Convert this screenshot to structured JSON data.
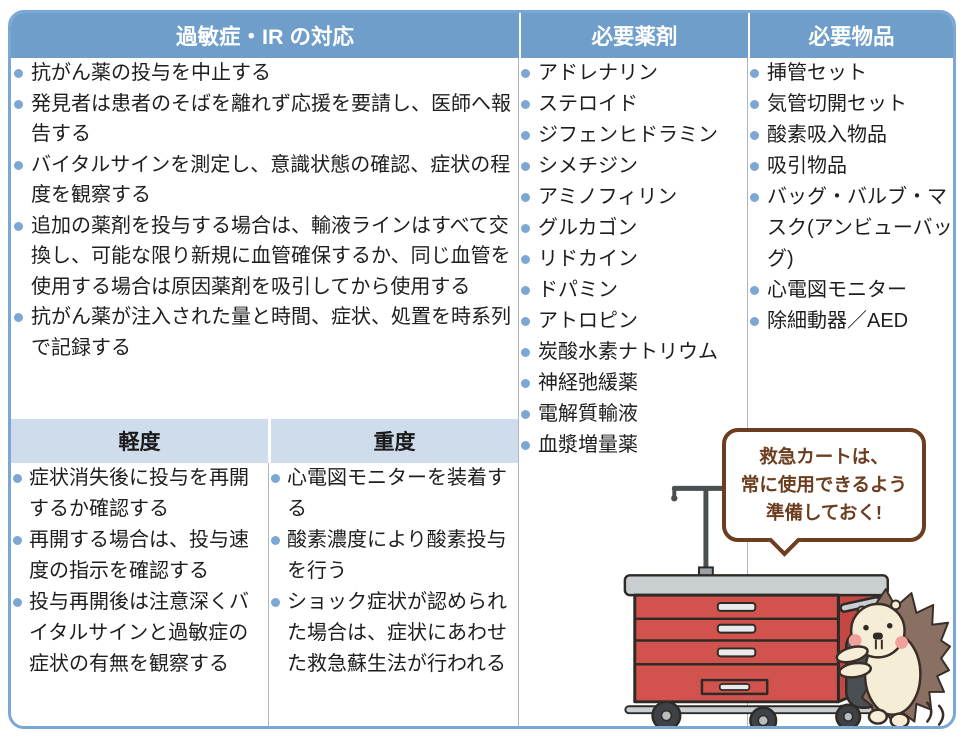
{
  "table": {
    "columns": [
      {
        "header": "過敏症・IR の対応",
        "items": [
          "抗がん薬の投与を中止する",
          "発見者は患者のそばを離れず応援を要請し、医師へ報告する",
          "バイタルサインを測定し、意識状態の確認、症状の程度を観察する",
          "追加の薬剤を投与する場合は、輸液ラインはすべて交換し、可能な限り新規に血管確保するか、同じ血管を使用する場合は原因薬剤を吸引してから使用する",
          "抗がん薬が注入された量と時間、症状、処置を時系列で記録する"
        ],
        "sub_columns": [
          {
            "header": "軽度",
            "items": [
              "症状消失後に投与を再開するか確認する",
              "再開する場合は、投与速度の指示を確認する",
              "投与再開後は注意深くバイタルサインと過敏症の症状の有無を観察する"
            ]
          },
          {
            "header": "重度",
            "items": [
              "心電図モニターを装着する",
              "酸素濃度により酸素投与を行う",
              "ショック症状が認められた場合は、症状にあわせた救急蘇生法が行われる"
            ]
          }
        ]
      },
      {
        "header": "必要薬剤",
        "items": [
          "アドレナリン",
          "ステロイド",
          "ジフェンヒドラミン",
          "シメチジン",
          "アミノフィリン",
          "グルカゴン",
          "リドカイン",
          "ドパミン",
          "アトロピン",
          "炭酸水素ナトリウム",
          "神経弛緩薬",
          "電解質輸液",
          "血漿増量薬"
        ]
      },
      {
        "header": "必要物品",
        "items": [
          "挿管セット",
          "気管切開セット",
          "酸素吸入物品",
          "吸引物品",
          "バッグ・バルブ・マスク(アンビューバッグ)",
          "心電図モニター",
          "除細動器／AED"
        ]
      }
    ]
  },
  "speech_bubble": {
    "lines": [
      "救急カートは、",
      "常に使用できるよう",
      "準備しておく!"
    ]
  },
  "illustration": {
    "description": "点滴スタンドと酸素ボンベ付きの赤い救急カートを押すハリネズミ"
  },
  "colors": {
    "header_bg": "#6e9ec9",
    "subheader_bg": "#cedcec",
    "outer_border": "#79a8d6",
    "divider": "#aeb6bd",
    "bullet": "#7ba7d2",
    "text": "#1e1e1e",
    "bubble_brown": "#6c3d1f",
    "cart_red": "#d2524d"
  }
}
